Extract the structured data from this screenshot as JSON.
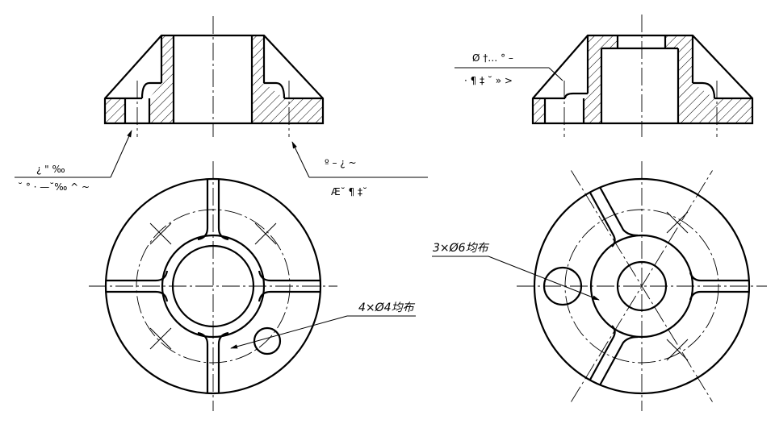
{
  "left_view": {
    "leader_left_line1": "¿ \" ‰",
    "leader_left_line2": "˘ ° · —˘‰ ^ ~",
    "leader_right_line1": "º – ¿ ~",
    "leader_right_line2": "Æ˘ ¶ ‡˘",
    "hole_callout": "4×Ø4均布"
  },
  "right_view": {
    "leader_line1": "Ø †… ° –",
    "leader_line2": "· ¶ ‡ ˘ » >",
    "hole_callout": "3×Ø6均布"
  }
}
